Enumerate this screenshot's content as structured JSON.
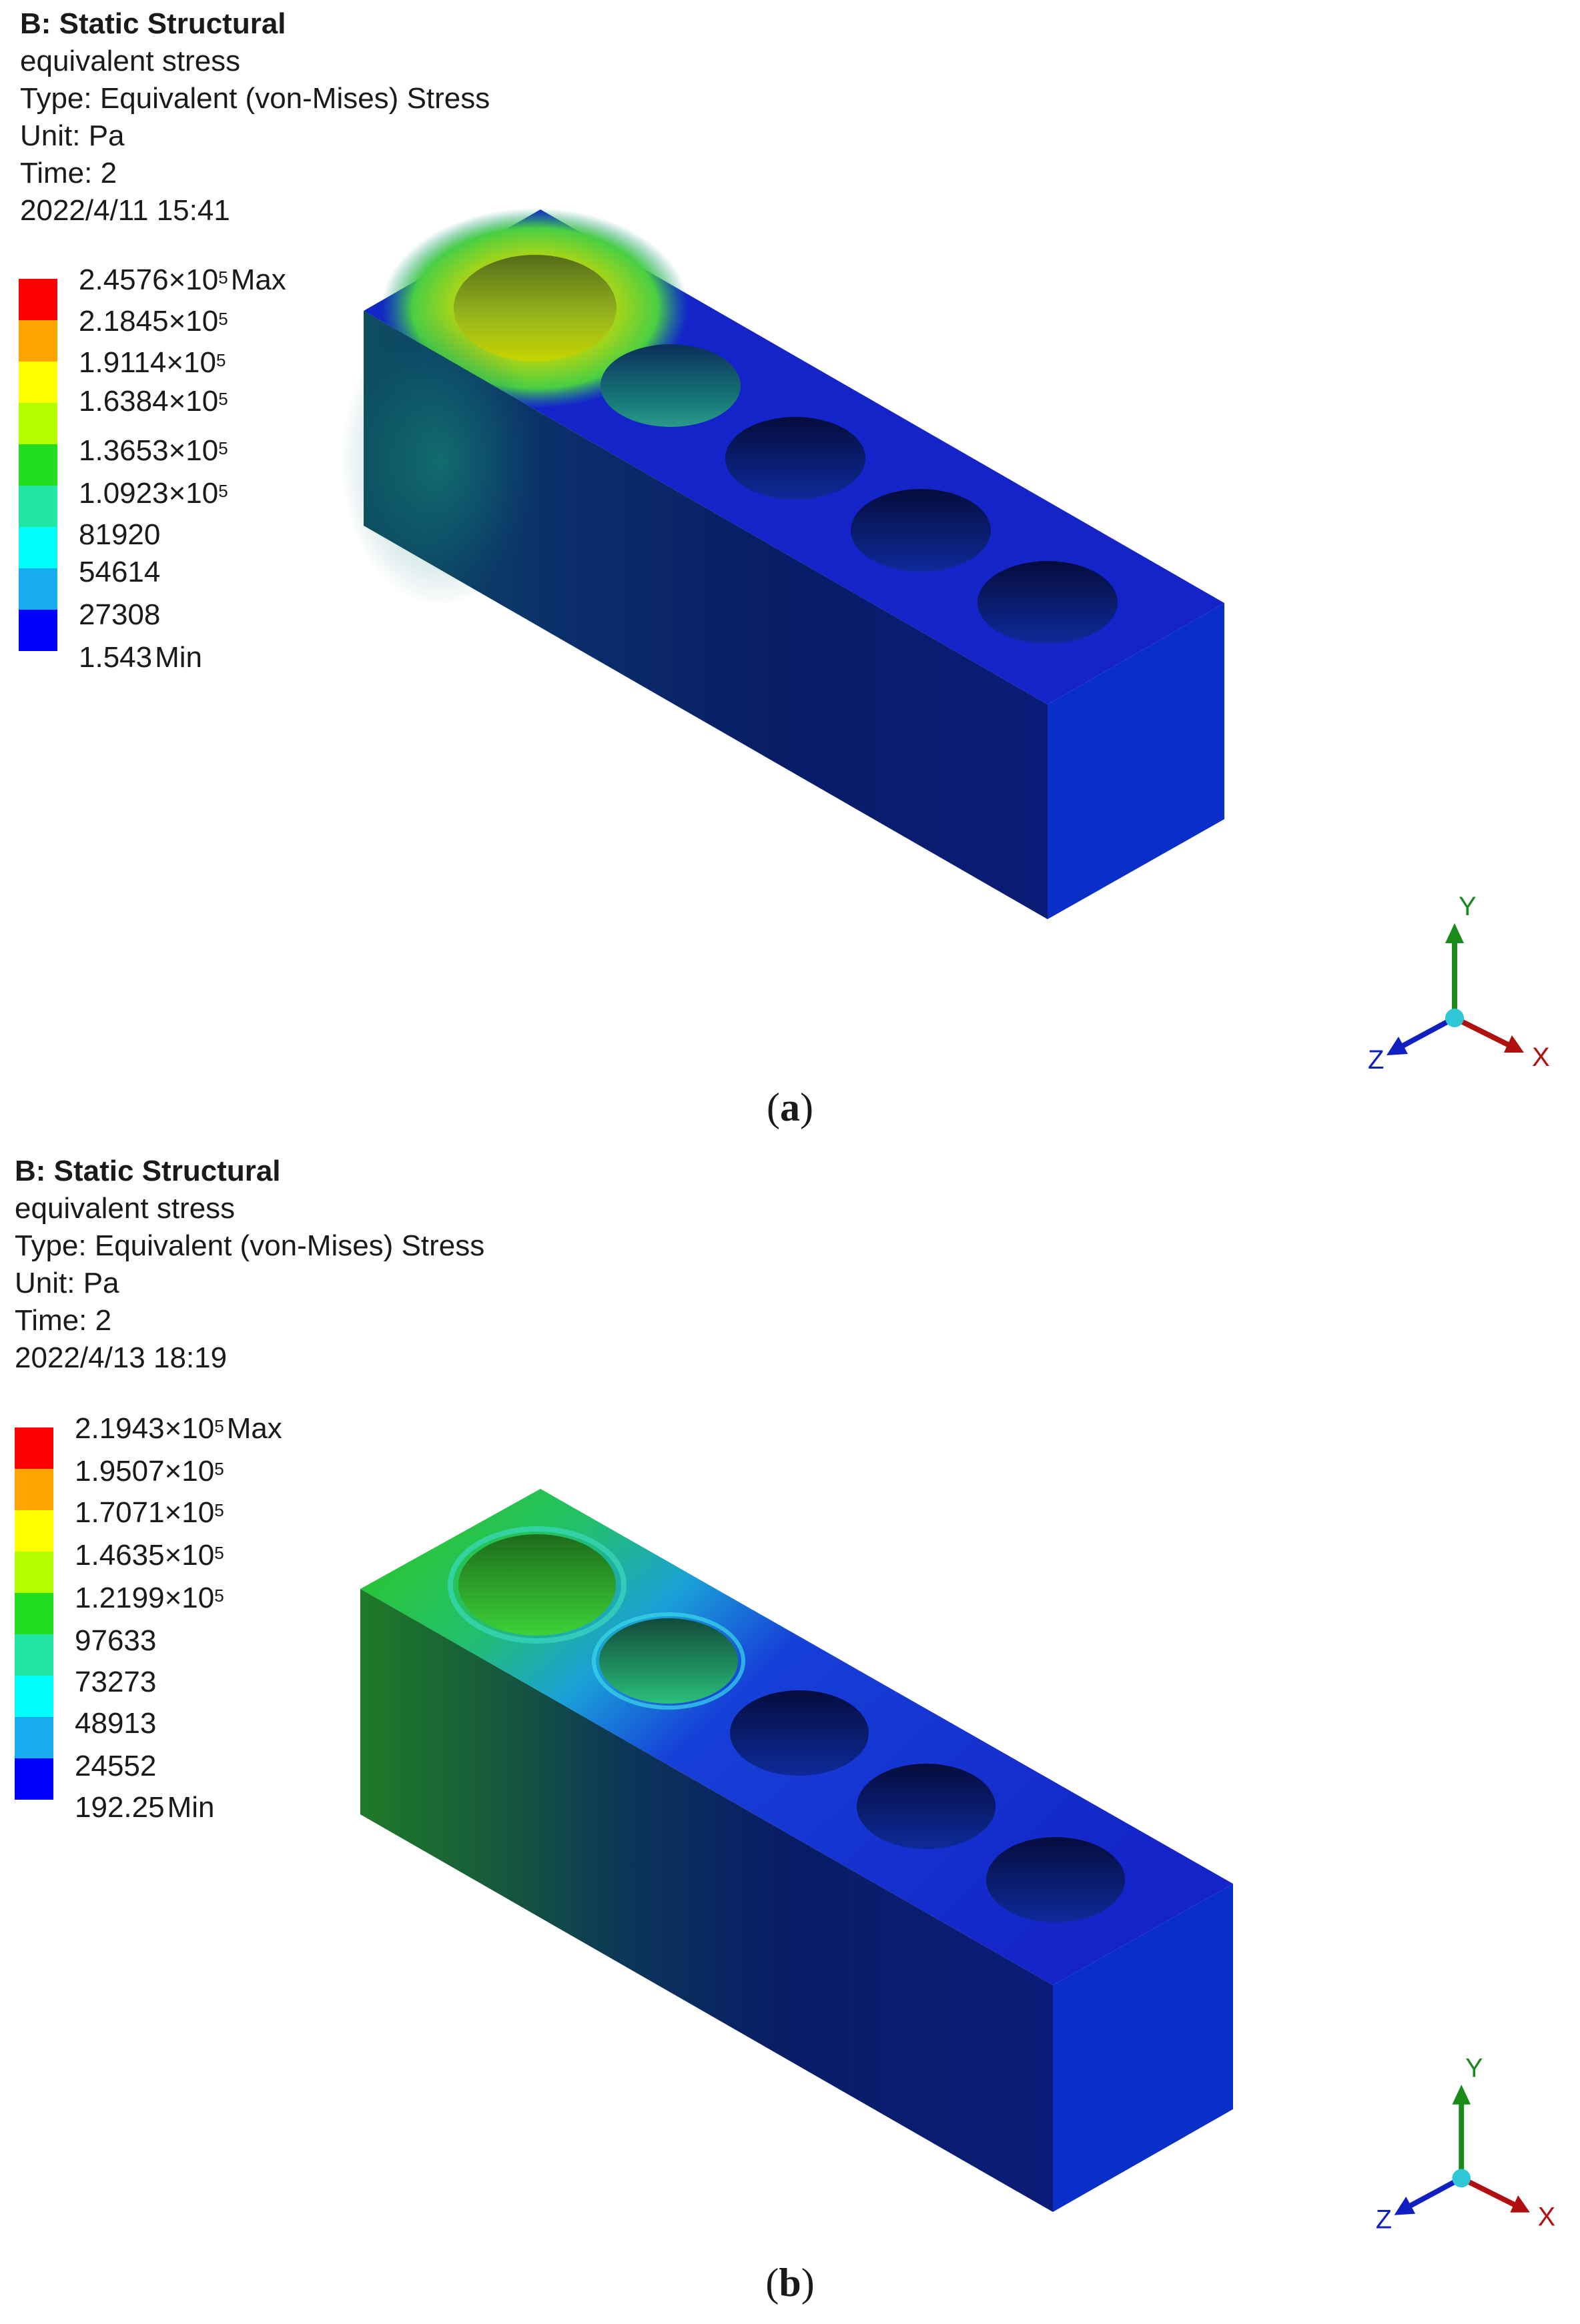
{
  "colors": {
    "band_1": "#ff0000",
    "band_2": "#ffa500",
    "band_3": "#ffff00",
    "band_4": "#b3ff00",
    "band_5": "#22dd22",
    "band_6": "#22e6a3",
    "band_7": "#00ffff",
    "band_8": "#17abef",
    "band_9": "#0000ff",
    "triad_x": "#b01010",
    "triad_y": "#1a8a1a",
    "triad_z": "#1020c0",
    "triad_origin": "#2fc7d8"
  },
  "panels": [
    {
      "header": {
        "title": "B: Static Structural",
        "result_name": "equivalent stress",
        "type": "Type: Equivalent (von-Mises) Stress",
        "unit": "Unit: Pa",
        "time": "Time: 2",
        "timestamp": "2022/4/11 15:41"
      },
      "legend": [
        {
          "mantissa": "2.4576×10",
          "exponent": "5",
          "tag": "Max"
        },
        {
          "mantissa": "2.1845×10",
          "exponent": "5",
          "tag": ""
        },
        {
          "mantissa": "1.9114×10",
          "exponent": "5",
          "tag": ""
        },
        {
          "mantissa": "1.6384×10",
          "exponent": "5",
          "tag": ""
        },
        {
          "mantissa": "1.3653×10",
          "exponent": "5",
          "tag": ""
        },
        {
          "mantissa": "1.0923×10",
          "exponent": "5",
          "tag": ""
        },
        {
          "mantissa": "81920",
          "exponent": "",
          "tag": ""
        },
        {
          "mantissa": "54614",
          "exponent": "",
          "tag": ""
        },
        {
          "mantissa": "27308",
          "exponent": "",
          "tag": ""
        },
        {
          "mantissa": "1.543",
          "exponent": "",
          "tag": "Min"
        }
      ],
      "triad": {
        "x": "X",
        "y": "Y",
        "z": "Z"
      },
      "caption": "a"
    },
    {
      "header": {
        "title": "B: Static Structural",
        "result_name": "equivalent stress",
        "type": "Type: Equivalent (von-Mises) Stress",
        "unit": "Unit: Pa",
        "time": "Time: 2",
        "timestamp": "2022/4/13 18:19"
      },
      "legend": [
        {
          "mantissa": "2.1943×10",
          "exponent": "5",
          "tag": "Max"
        },
        {
          "mantissa": "1.9507×10",
          "exponent": "5",
          "tag": ""
        },
        {
          "mantissa": "1.7071×10",
          "exponent": "5",
          "tag": ""
        },
        {
          "mantissa": "1.4635×10",
          "exponent": "5",
          "tag": ""
        },
        {
          "mantissa": "1.2199×10",
          "exponent": "5",
          "tag": ""
        },
        {
          "mantissa": "97633",
          "exponent": "",
          "tag": ""
        },
        {
          "mantissa": "73273",
          "exponent": "",
          "tag": ""
        },
        {
          "mantissa": "48913",
          "exponent": "",
          "tag": ""
        },
        {
          "mantissa": "24552",
          "exponent": "",
          "tag": ""
        },
        {
          "mantissa": "192.25",
          "exponent": "",
          "tag": "Min"
        }
      ],
      "triad": {
        "x": "X",
        "y": "Y",
        "z": "Z"
      },
      "caption": "b"
    }
  ]
}
